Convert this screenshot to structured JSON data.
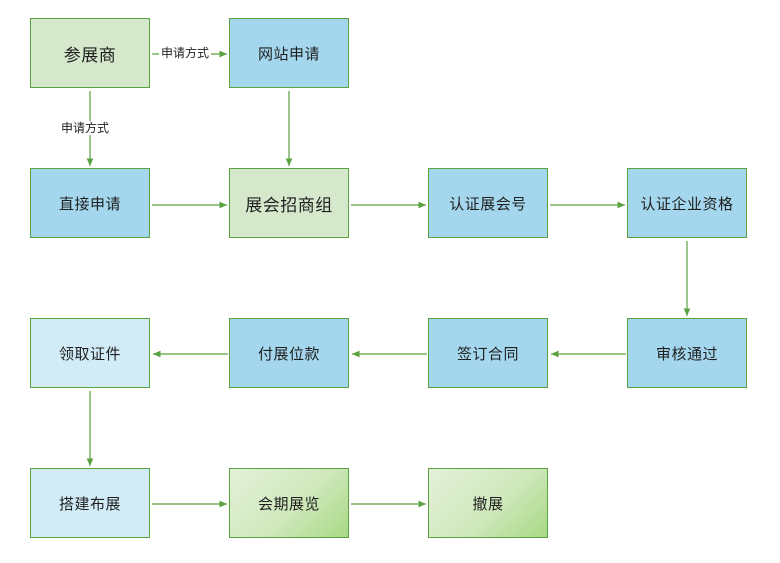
{
  "diagram": {
    "nodes": {
      "exhibitor": "参展商",
      "website_apply": "网站申请",
      "direct_apply": "直接申请",
      "merchant_group": "展会招商组",
      "verify_number": "认证展会号",
      "verify_company": "认证企业资格",
      "review_pass": "审核通过",
      "sign_contract": "签订合同",
      "pay_fee": "付展位款",
      "get_pass": "领取证件",
      "build_booth": "搭建布展",
      "exhibition_period": "会期展览",
      "dismantle": "撤展"
    },
    "edge_labels": {
      "to_website": "申请方式",
      "to_direct": "申请方式"
    }
  }
}
